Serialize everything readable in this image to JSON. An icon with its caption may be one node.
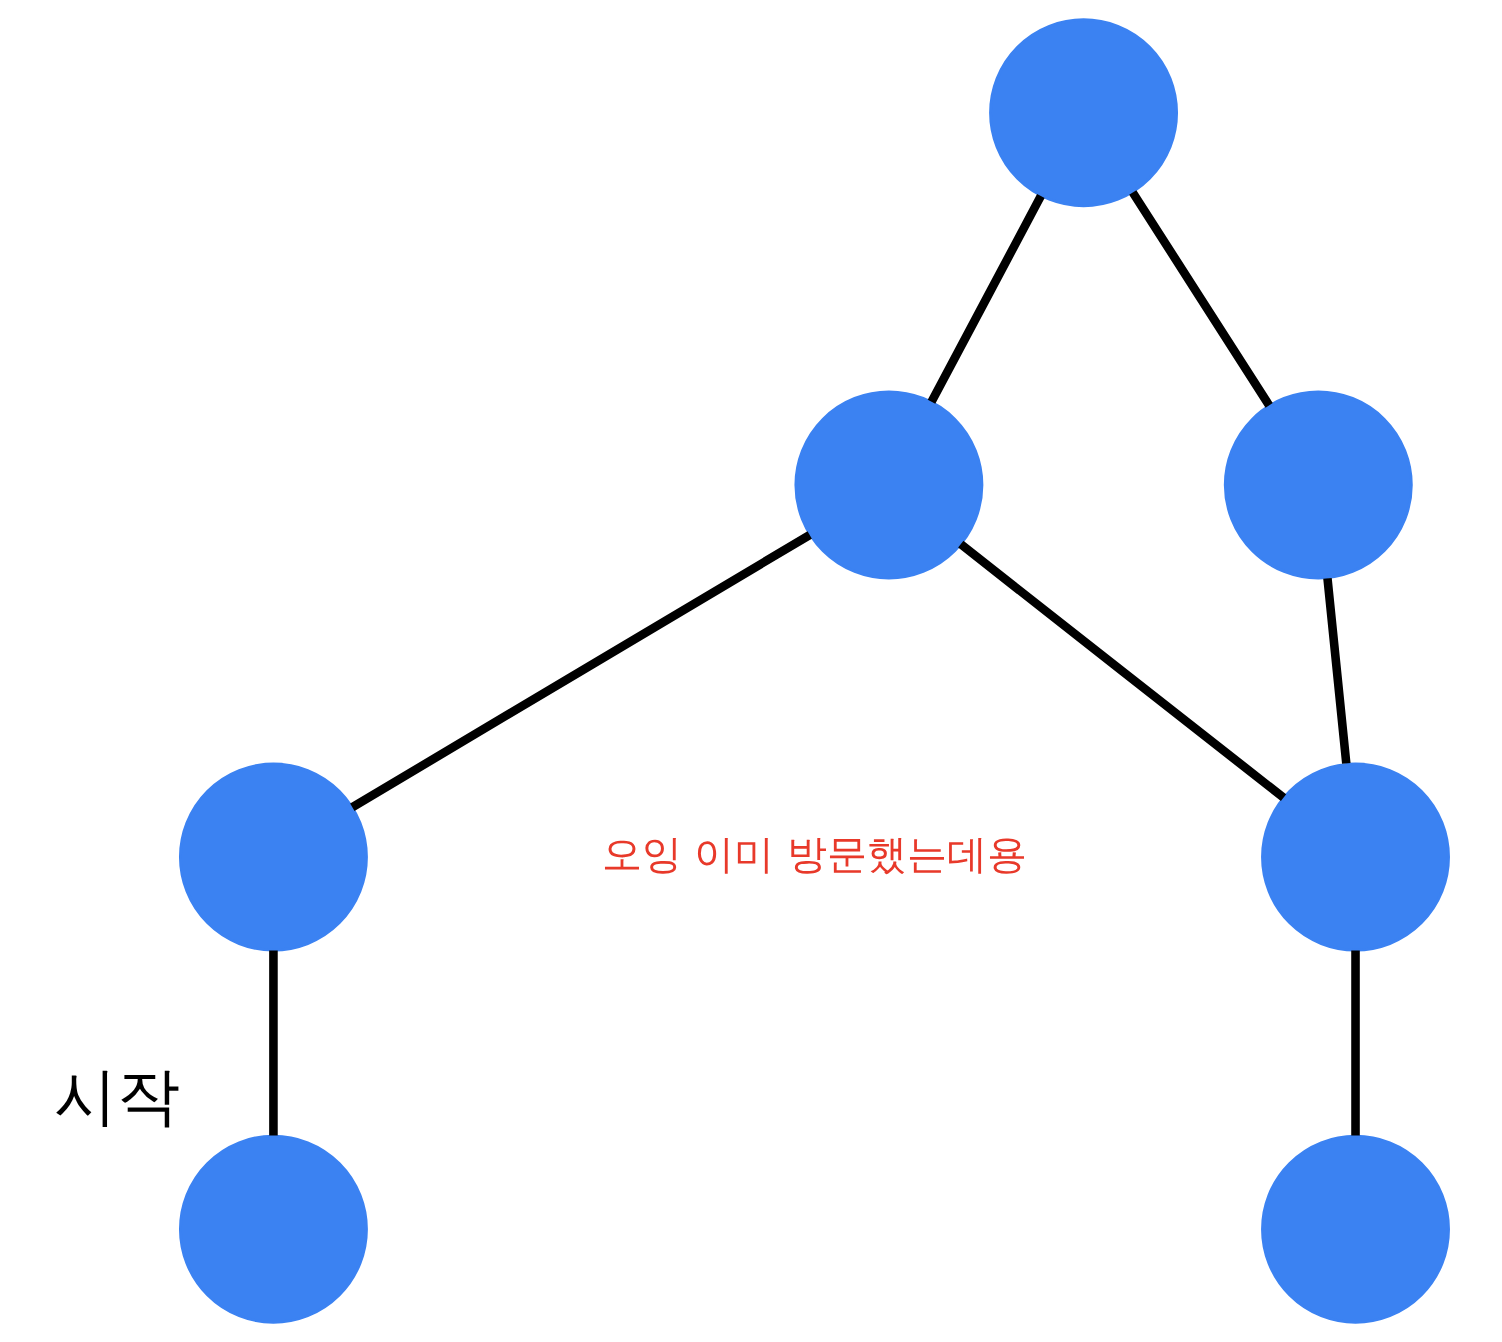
{
  "diagram": {
    "nodes": [
      {
        "text": [],
        "shape": "circle"
      },
      {
        "text": [],
        "shape": "circle"
      },
      {
        "text": [],
        "shape": "circle"
      },
      {
        "text": [],
        "shape": "circle"
      },
      {
        "text": [],
        "shape": "circle"
      },
      {
        "text": [],
        "shape": "circle",
        "beside": [
          "시작"
        ]
      },
      {
        "text": [],
        "shape": "circle"
      }
    ],
    "edges": [
      {
        "from": 0,
        "to": 1,
        "arrow": "none"
      },
      {
        "from": 0,
        "to": 2,
        "arrow": "none"
      },
      {
        "from": 1,
        "to": 4,
        "arrow": "none"
      },
      {
        "from": 1,
        "to": 3,
        "arrow": "none"
      },
      {
        "from": 2,
        "to": 4,
        "arrow": "none"
      },
      {
        "from": 4,
        "to": 6,
        "arrow": "none"
      },
      {
        "from": 3,
        "to": 5,
        "arrow": "none"
      }
    ],
    "labels": [
      "오잉 이미 방문했는데용"
    ]
  }
}
